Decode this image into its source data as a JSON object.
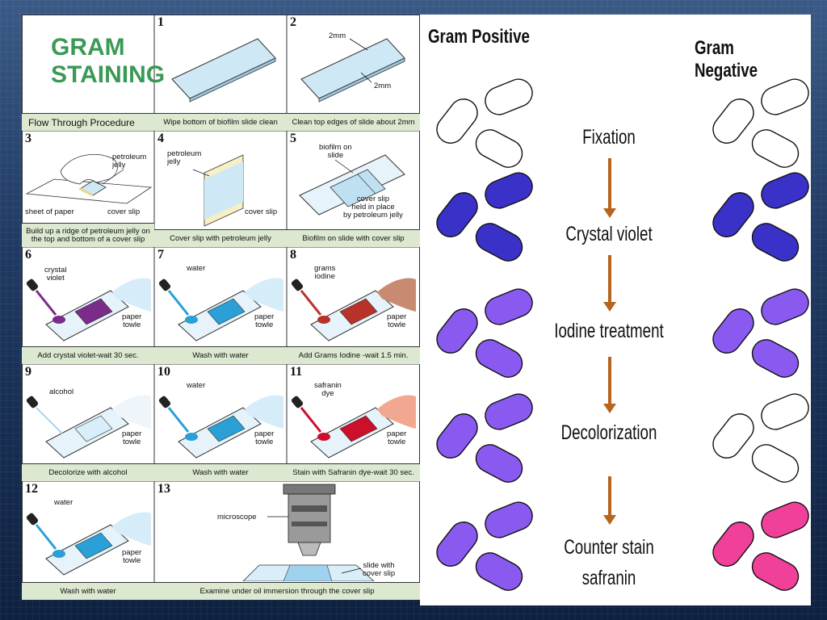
{
  "procedure": {
    "title_line1": "GRAM",
    "title_line2": "STAINING",
    "title_caption": "Flow Through Procedure",
    "colors": {
      "title_green": "#3a9a55",
      "caption_bg": "#dce8d0",
      "crystal_violet": "#7b2b8a",
      "iodine": "#b8322a",
      "safranin": "#cc0f2a",
      "water": "#2aa0d6"
    },
    "panels": [
      {
        "number": "1",
        "caption": "Wipe bottom of biofilm slide clean",
        "labels": []
      },
      {
        "number": "2",
        "caption": "Clean top edges of slide about 2mm",
        "labels": [
          "2mm",
          "2mm"
        ]
      },
      {
        "number": "3",
        "caption": "Build up a ridge of petroleum jelly on the top and bottom of a cover slip",
        "labels": [
          "petroleum",
          "jelly",
          "sheet of paper",
          "cover slip"
        ]
      },
      {
        "number": "4",
        "caption": "Cover slip with petroleum jelly",
        "labels": [
          "petroleum",
          "jelly",
          "cover slip"
        ]
      },
      {
        "number": "5",
        "caption": "Biofilm on slide with cover slip",
        "labels": [
          "biofilm on",
          "slide",
          "cover slip",
          "held in place",
          "by petroleum jelly"
        ]
      },
      {
        "number": "6",
        "caption": "Add crystal violet-wait 30 sec.",
        "labels": [
          "crystal",
          "violet",
          "paper",
          "towle"
        ]
      },
      {
        "number": "7",
        "caption": "Wash with water",
        "labels": [
          "water",
          "paper",
          "towle"
        ]
      },
      {
        "number": "8",
        "caption": "Add Grams Iodine -wait 1.5 min.",
        "labels": [
          "grams",
          "iodine",
          "paper",
          "towle"
        ]
      },
      {
        "number": "9",
        "caption": "Decolorize with alcohol",
        "labels": [
          "alcohol",
          "paper",
          "towle"
        ]
      },
      {
        "number": "10",
        "caption": "Wash with water",
        "labels": [
          "water",
          "paper",
          "towle"
        ]
      },
      {
        "number": "11",
        "caption": "Stain with Safranin dye-wait 30 sec.",
        "labels": [
          "safranin",
          "dye",
          "paper",
          "towle"
        ]
      },
      {
        "number": "12",
        "caption": "Wash with water",
        "labels": [
          "water",
          "paper",
          "towle"
        ]
      },
      {
        "number": "13",
        "caption": "Examine under oil immersion through the cover slip",
        "labels": [
          "microscope",
          "slide with",
          "cover slip"
        ]
      }
    ]
  },
  "comparison": {
    "gram_positive": "Gram Positive",
    "gram_negative": "Gram Negative",
    "steps": [
      {
        "label": "Fixation",
        "positive_color": "#ffffff",
        "negative_color": "#ffffff"
      },
      {
        "label": "Crystal violet",
        "positive_color": "#3a32c8",
        "negative_color": "#3a32c8"
      },
      {
        "label": "Iodine treatment",
        "positive_color": "#8a5af0",
        "negative_color": "#8a5af0"
      },
      {
        "label": "Decolorization",
        "positive_color": "#8a5af0",
        "negative_color": "#ffffff"
      },
      {
        "label": "Counter stain",
        "positive_color": "#8a5af0",
        "negative_color": "#f0409a"
      }
    ],
    "last_step_line2": "safranin",
    "arrow_color": "#b5651d"
  }
}
